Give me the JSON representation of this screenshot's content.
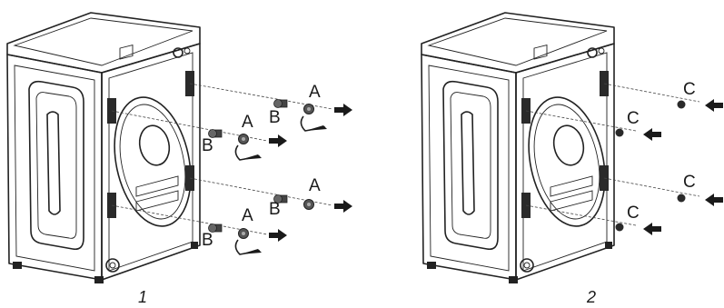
{
  "figures": [
    {
      "caption": "1",
      "labels": [
        "A",
        "B",
        "A",
        "B",
        "A",
        "B",
        "A",
        "B"
      ]
    },
    {
      "caption": "2",
      "labels": [
        "C",
        "C",
        "C",
        "C"
      ]
    }
  ],
  "colors": {
    "line": "#222222",
    "fastener": "#555555",
    "background": "#ffffff"
  }
}
